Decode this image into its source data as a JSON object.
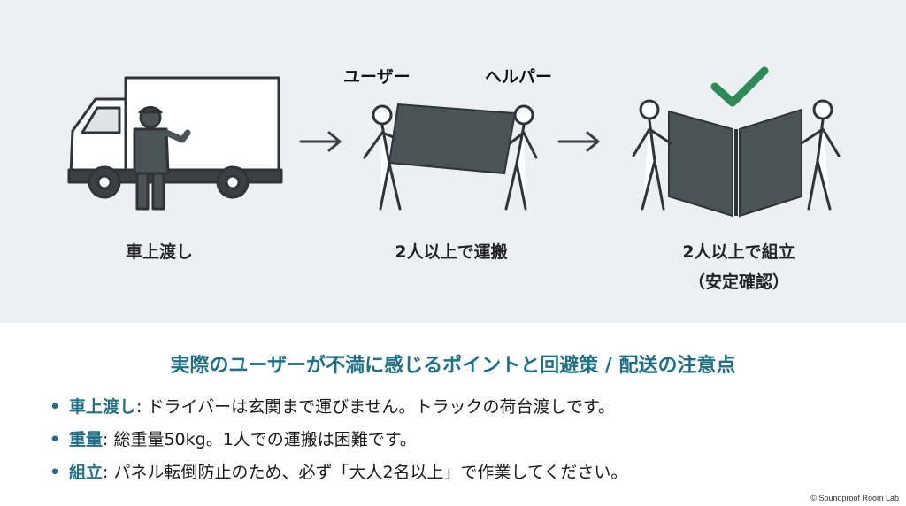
{
  "steps": [
    {
      "label": "車上渡し"
    },
    {
      "label": "2人以上で運搬"
    },
    {
      "label": "2人以上で組立",
      "sublabel": "（安定確認）"
    }
  ],
  "roles": {
    "user": "ユーザー",
    "helper": "ヘルパー"
  },
  "icons": {
    "truck": "truck-driver-icon",
    "arrow": "arrow-right-icon",
    "carry": "two-people-carrying-icon",
    "assemble": "two-people-assembling-icon",
    "check": "checkmark-icon"
  },
  "colors": {
    "accent": "#1f6f86",
    "check": "#2e8b57",
    "panel": "#4a5358",
    "background": "#edf0f3"
  },
  "headline": "実際のユーザーが不満に感じるポイントと回避策 / 配送の注意点",
  "notes": [
    {
      "term": "車上渡し",
      "text": ": ドライバーは玄関まで運びません。トラックの荷台渡しです。"
    },
    {
      "term": "重量",
      "text": ": 総重量50kg。1人での運搬は困難です。"
    },
    {
      "term": "組立",
      "text": ": パネル転倒防止のため、必ず「大人2名以上」で作業してください。"
    }
  ],
  "copyright": "© Soundproof Room Lab"
}
